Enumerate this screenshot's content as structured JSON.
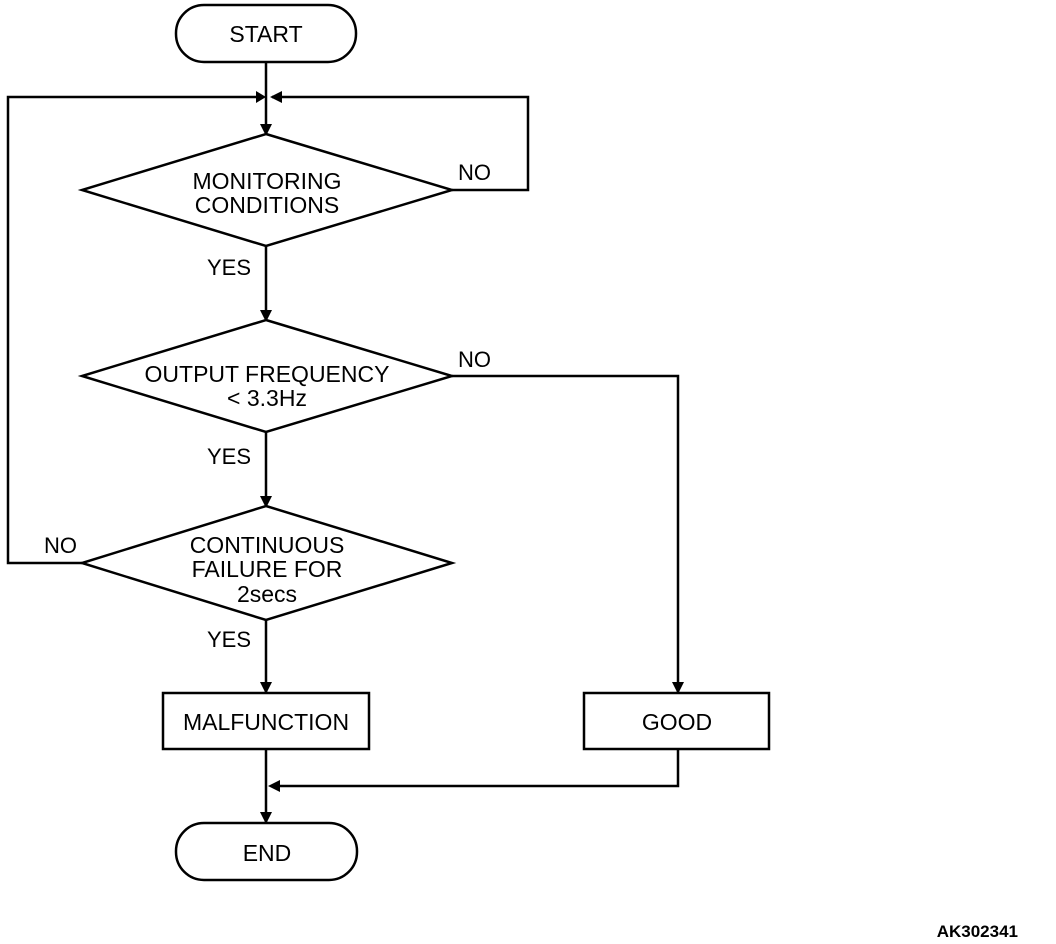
{
  "nodes": {
    "start": "START",
    "monitoring": [
      "MONITORING",
      "CONDITIONS"
    ],
    "output_frequency": [
      "OUTPUT FREQUENCY",
      "< 3.3Hz"
    ],
    "continuous_failure": [
      "CONTINUOUS",
      "FAILURE FOR",
      "2secs"
    ],
    "malfunction": "MALFUNCTION",
    "good": "GOOD",
    "end": "END"
  },
  "labels": {
    "monitoring_no": "NO",
    "monitoring_yes": "YES",
    "frequency_no": "NO",
    "frequency_yes": "YES",
    "failure_no": "NO",
    "failure_yes": "YES"
  },
  "reference_code": "AK302341"
}
